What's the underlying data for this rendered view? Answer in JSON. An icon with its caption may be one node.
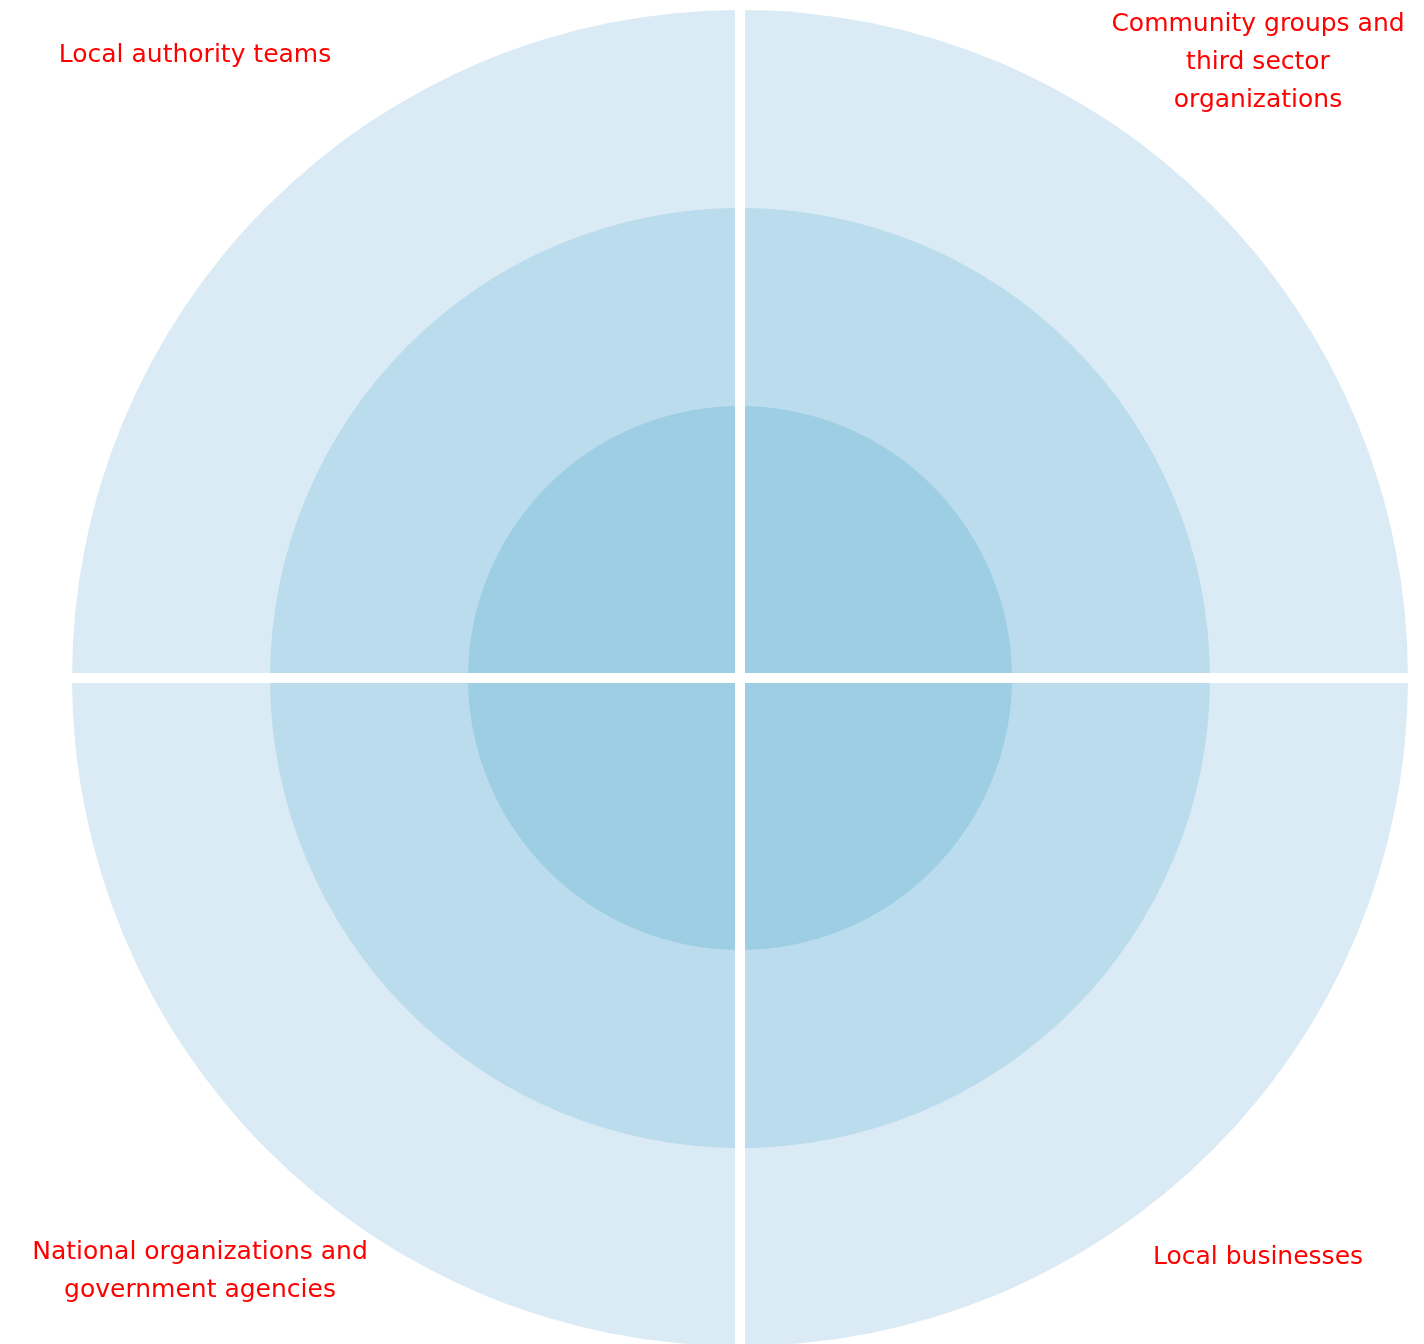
{
  "diagram": {
    "labels": [
      "Local authority teams",
      "Community groups and third sector organizations",
      "National organizations and government agencies",
      "Local businesses"
    ]
  }
}
